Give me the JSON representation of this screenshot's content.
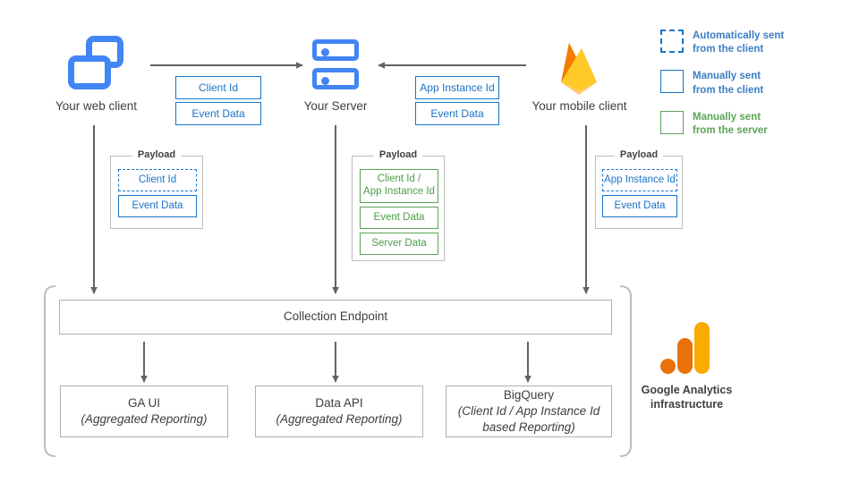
{
  "nodes": {
    "web_client": {
      "label": "Your web client",
      "icon": "browser-windows-icon"
    },
    "server": {
      "label": "Your Server",
      "icon": "server-racks-icon"
    },
    "mobile_client": {
      "label": "Your mobile client",
      "icon": "firebase-flame-icon"
    }
  },
  "transfers": {
    "web_to_server": {
      "items": [
        "Client Id",
        "Event Data"
      ]
    },
    "mobile_to_server": {
      "items": [
        "App Instance Id",
        "Event Data"
      ]
    }
  },
  "payloads": {
    "title": "Payload",
    "web": {
      "items": [
        {
          "text": "Client Id",
          "style": "blue-dash"
        },
        {
          "text": "Event Data",
          "style": "blue"
        }
      ]
    },
    "server": {
      "items": [
        {
          "text": "Client Id /",
          "text2": "App Instance Id",
          "style": "green"
        },
        {
          "text": "Event Data",
          "style": "green"
        },
        {
          "text": "Server Data",
          "style": "green"
        }
      ]
    },
    "mobile": {
      "items": [
        {
          "text": "App Instance Id",
          "style": "blue-dash"
        },
        {
          "text": "Event Data",
          "style": "blue"
        }
      ]
    }
  },
  "infrastructure": {
    "collection_endpoint": "Collection Endpoint",
    "outputs": [
      {
        "title": "GA UI",
        "sub": "(Aggregated Reporting)"
      },
      {
        "title": "Data API",
        "sub": "(Aggregated Reporting)"
      },
      {
        "title": "BigQuery",
        "sub": "(Client Id / App Instance Id",
        "sub2": "based Reporting)"
      }
    ],
    "caption_line1": "Google Analytics",
    "caption_line2": "infrastructure",
    "logo": "google-analytics-logo"
  },
  "legend": {
    "items": [
      {
        "line1": "Automatically sent",
        "line2": "from the client",
        "swatch": "dashed-blue-square",
        "color": "#3b7dc4"
      },
      {
        "line1": "Manually sent",
        "line2": "from the client",
        "swatch": "solid-blue-square",
        "color": "#3b7dc4"
      },
      {
        "line1": "Manually sent",
        "line2": "from the server",
        "swatch": "solid-green-square",
        "color": "#5aa454"
      }
    ]
  },
  "colors": {
    "blue": "#1a73c8",
    "google_blue": "#4285F4",
    "green": "#5aa454",
    "gray_border": "#b0b0b0",
    "arrow": "#5f6368",
    "ga_orange": "#E8710A",
    "ga_yellow": "#F9AB00"
  }
}
